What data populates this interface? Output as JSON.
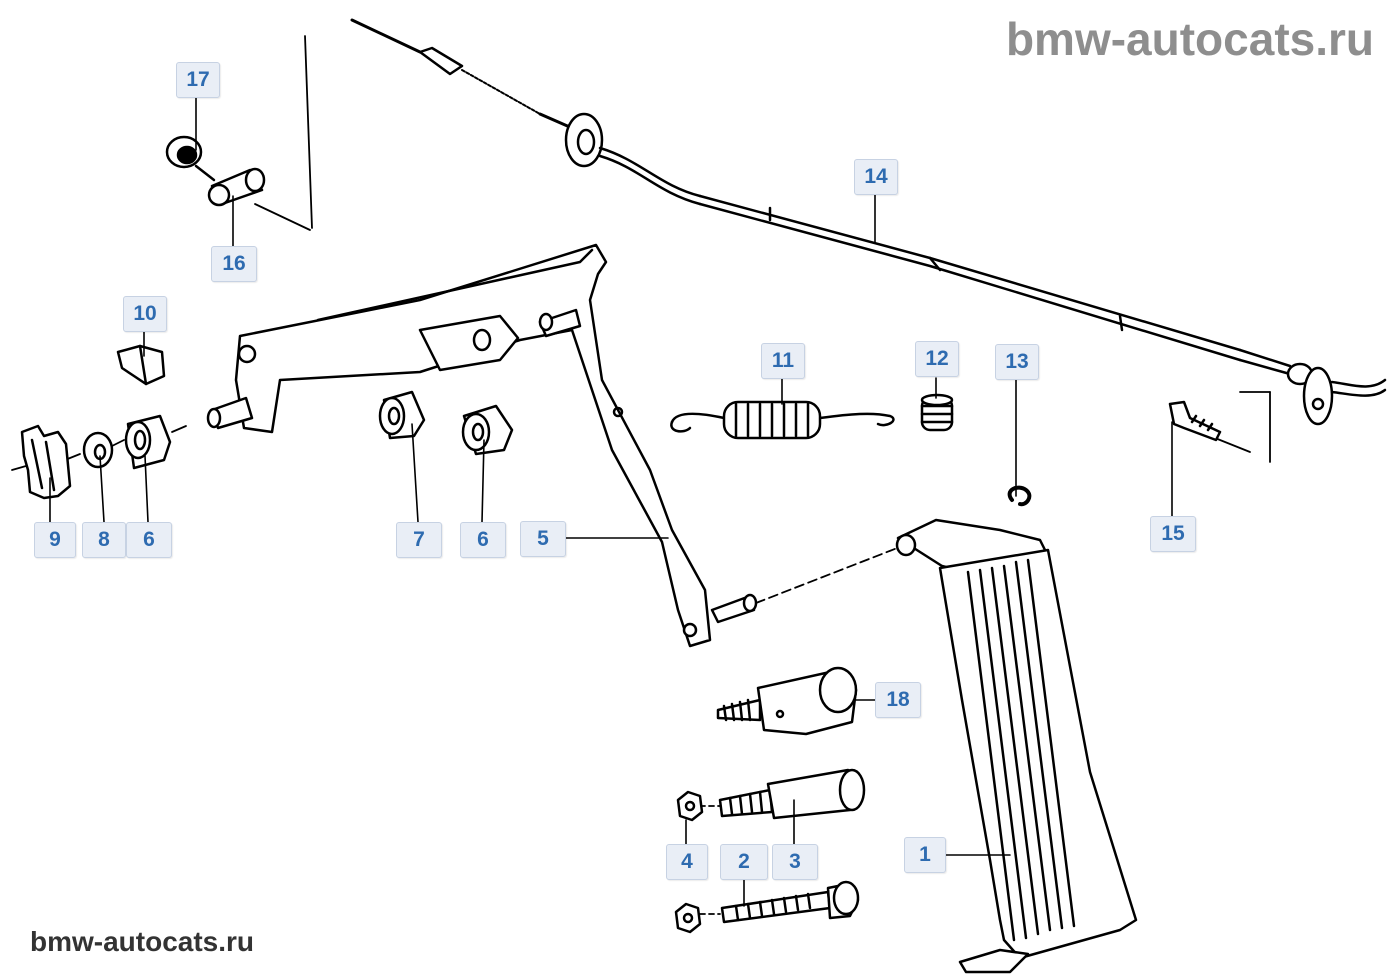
{
  "watermark_top": "bmw-autocats.ru",
  "watermark_bottom": "bmw-autocats.ru",
  "callouts": {
    "c1": "1",
    "c2": "2",
    "c3": "3",
    "c4": "4",
    "c5": "5",
    "c6a": "6",
    "c6b": "6",
    "c7": "7",
    "c8": "8",
    "c9": "9",
    "c10": "10",
    "c11": "11",
    "c12": "12",
    "c13": "13",
    "c14": "14",
    "c15": "15",
    "c16": "16",
    "c17": "17",
    "c18": "18"
  },
  "colors": {
    "callout_text": "#2e6bb0",
    "callout_bg": "#e9eef6",
    "line": "#000000"
  }
}
